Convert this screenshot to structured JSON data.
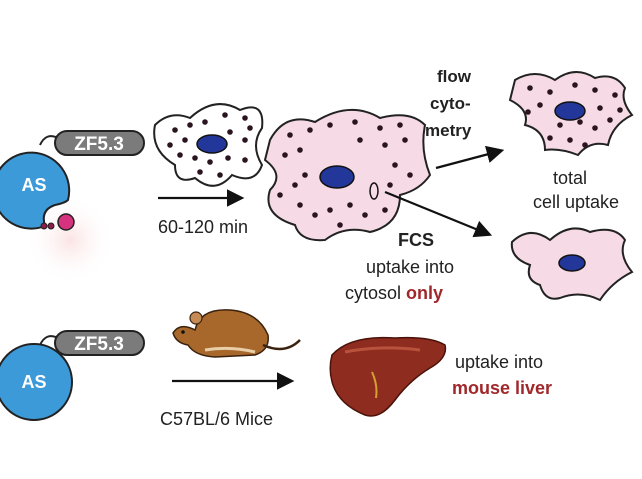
{
  "top_row": {
    "peptide_label": "ZF5.3",
    "protein_label": "AS",
    "incubation_time": "60-120 min",
    "method_flow": [
      "flow",
      "cyto-",
      "metry"
    ],
    "result_total": [
      "total",
      "cell uptake"
    ],
    "method_fcs": "FCS",
    "result_cytosol_line1": "uptake into",
    "result_cytosol_line2_prefix": "cytosol ",
    "result_cytosol_line2_emphasis": "only"
  },
  "bottom_row": {
    "peptide_label": "ZF5.3",
    "protein_label": "AS",
    "model_label": "C57BL/6 Mice",
    "result_line1": "uptake into",
    "result_line2": "mouse liver"
  },
  "colors": {
    "protein_blue": "#3d9ad8",
    "tag_pink": "#d6337f",
    "cell_pink": "#f6dbe6",
    "nucleus_blue": "#23379a",
    "emphasis_red": "#a0282b",
    "mouse_brown": "#a8682c",
    "liver_red": "#8e2c1f"
  }
}
